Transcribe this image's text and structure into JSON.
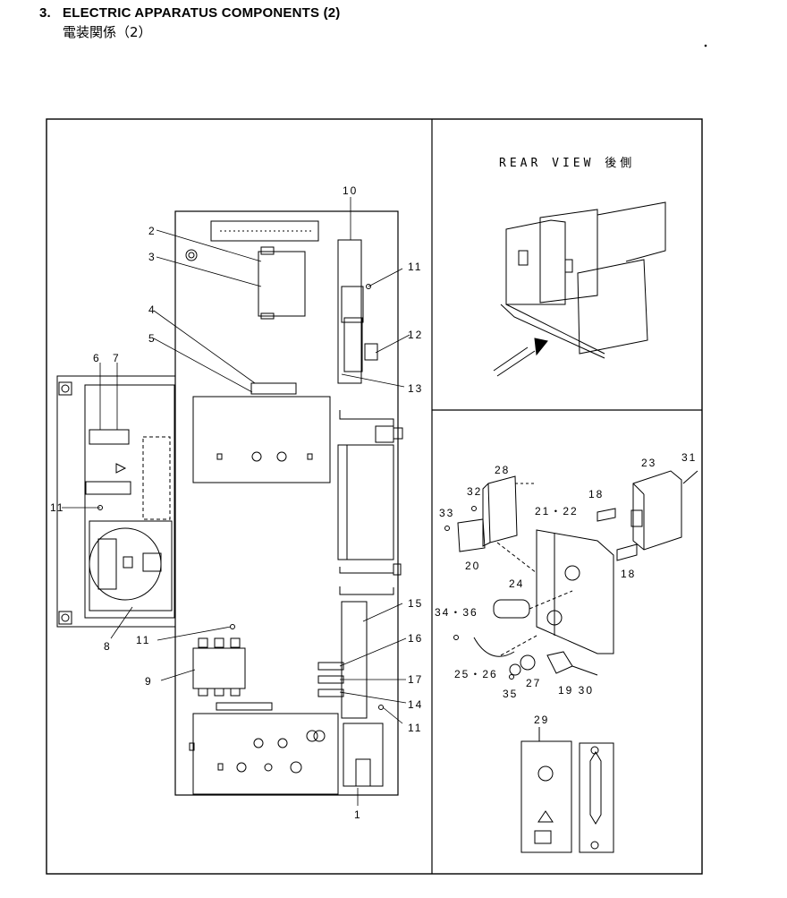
{
  "header": {
    "number": "3.",
    "title": "ELECTRIC APPARATUS COMPONENTS (2)",
    "subtitle": "電装関係（2）"
  },
  "rear_view_caption": "REAR VIEW 後側",
  "callouts": {
    "c1": "1",
    "c2": "2",
    "c3": "3",
    "c4": "4",
    "c5": "5",
    "c6": "6",
    "c7": "7",
    "c8": "8",
    "c9": "9",
    "c10": "10",
    "c11a": "11",
    "c11b": "11",
    "c11c": "11",
    "c11d": "11",
    "c12": "12",
    "c13": "13",
    "c14": "14",
    "c15": "15",
    "c16": "16",
    "c17": "17",
    "c18a": "18",
    "c18b": "18",
    "c19_30": "19 30",
    "c20": "20",
    "c21_22": "21・22",
    "c23": "23",
    "c24": "24",
    "c25_26": "25・26",
    "c27": "27",
    "c28": "28",
    "c29": "29",
    "c31": "31",
    "c32": "32",
    "c33": "33",
    "c34_36": "34・36",
    "c35": "35"
  }
}
